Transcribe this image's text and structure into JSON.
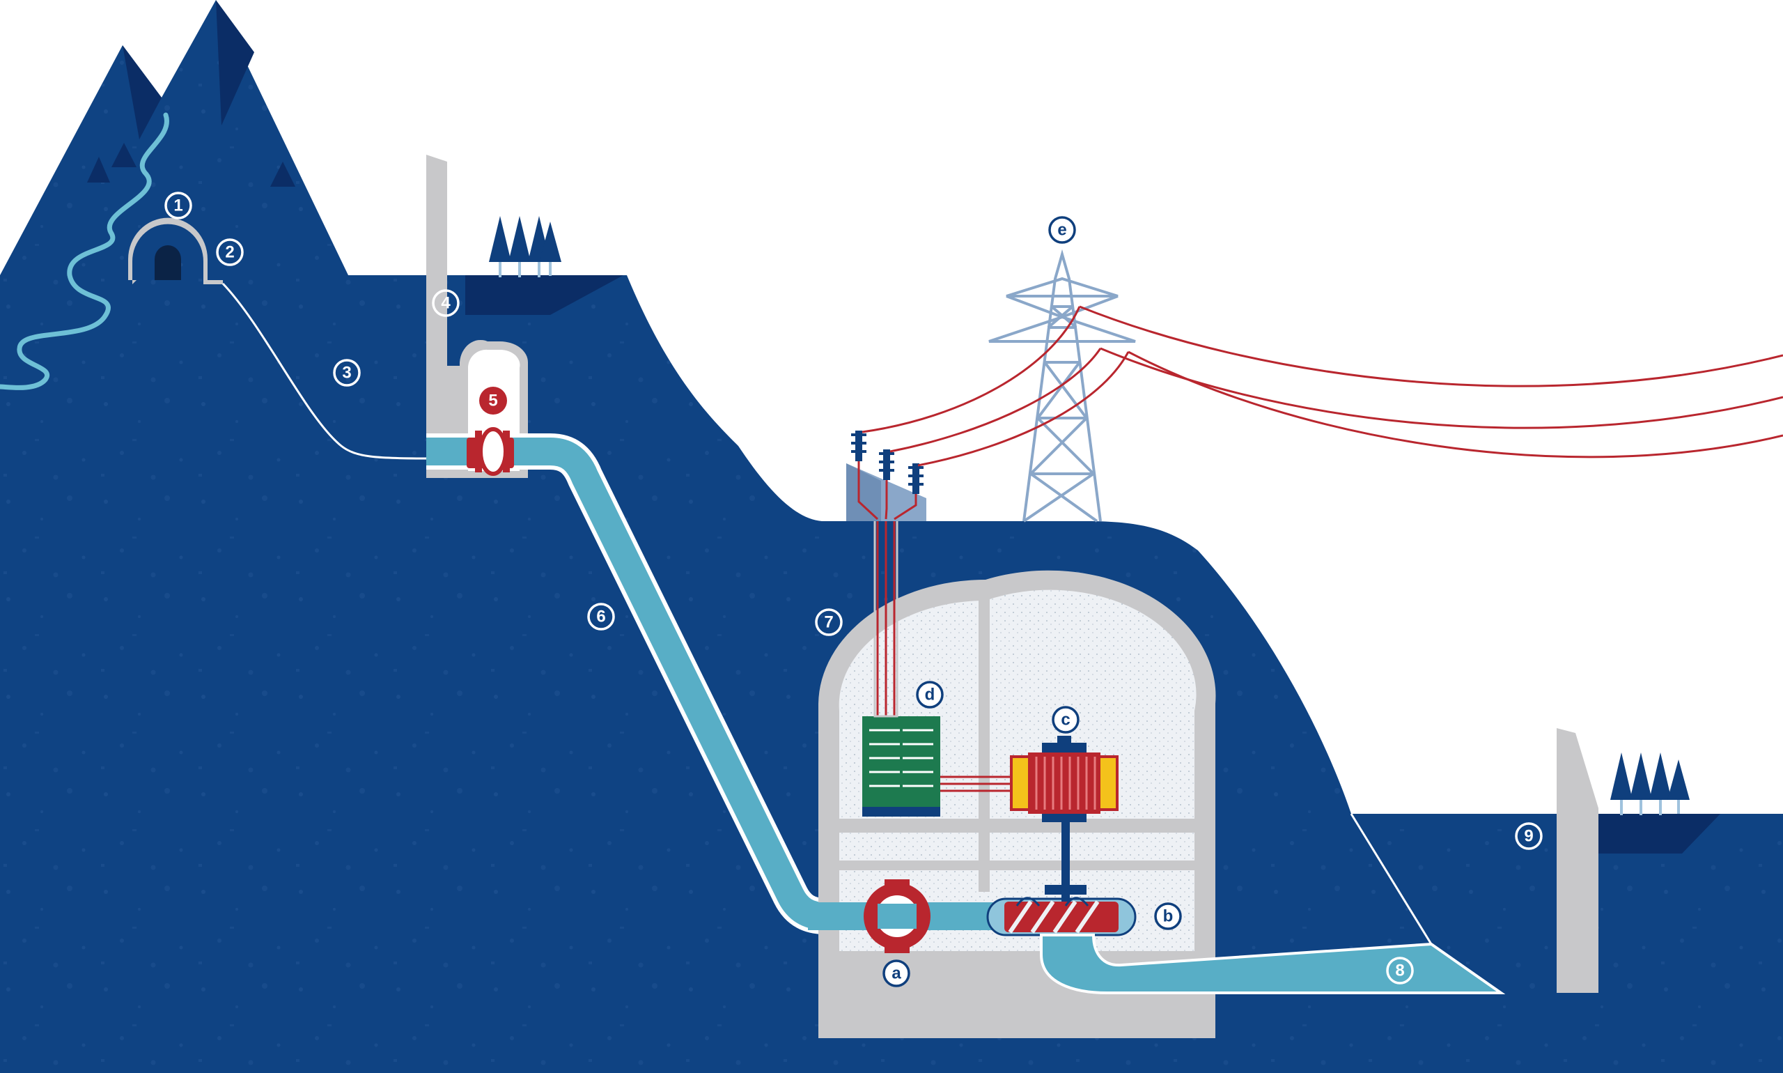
{
  "labels": {
    "l1": "1",
    "l2": "2",
    "l3": "3",
    "l4": "4",
    "l5": "5",
    "l6": "6",
    "l7": "7",
    "l8": "8",
    "l9": "9",
    "la": "a",
    "lb": "b",
    "lc": "c",
    "ld": "d",
    "le": "e"
  },
  "colors": {
    "mountain": "#0f4383",
    "mountain_dark": "#0b2d66",
    "water": "#58aec6",
    "stream": "#6ec0d6",
    "concrete": "#c8c8ca",
    "interior": "#eef1f5",
    "turbine_red": "#b9262e",
    "generator_yellow": "#f4c21b",
    "transformer_green": "#1d7a4f",
    "pylon": "#8aa7c9",
    "powerline": "#b9262e",
    "tree": "#0f3f7d"
  }
}
